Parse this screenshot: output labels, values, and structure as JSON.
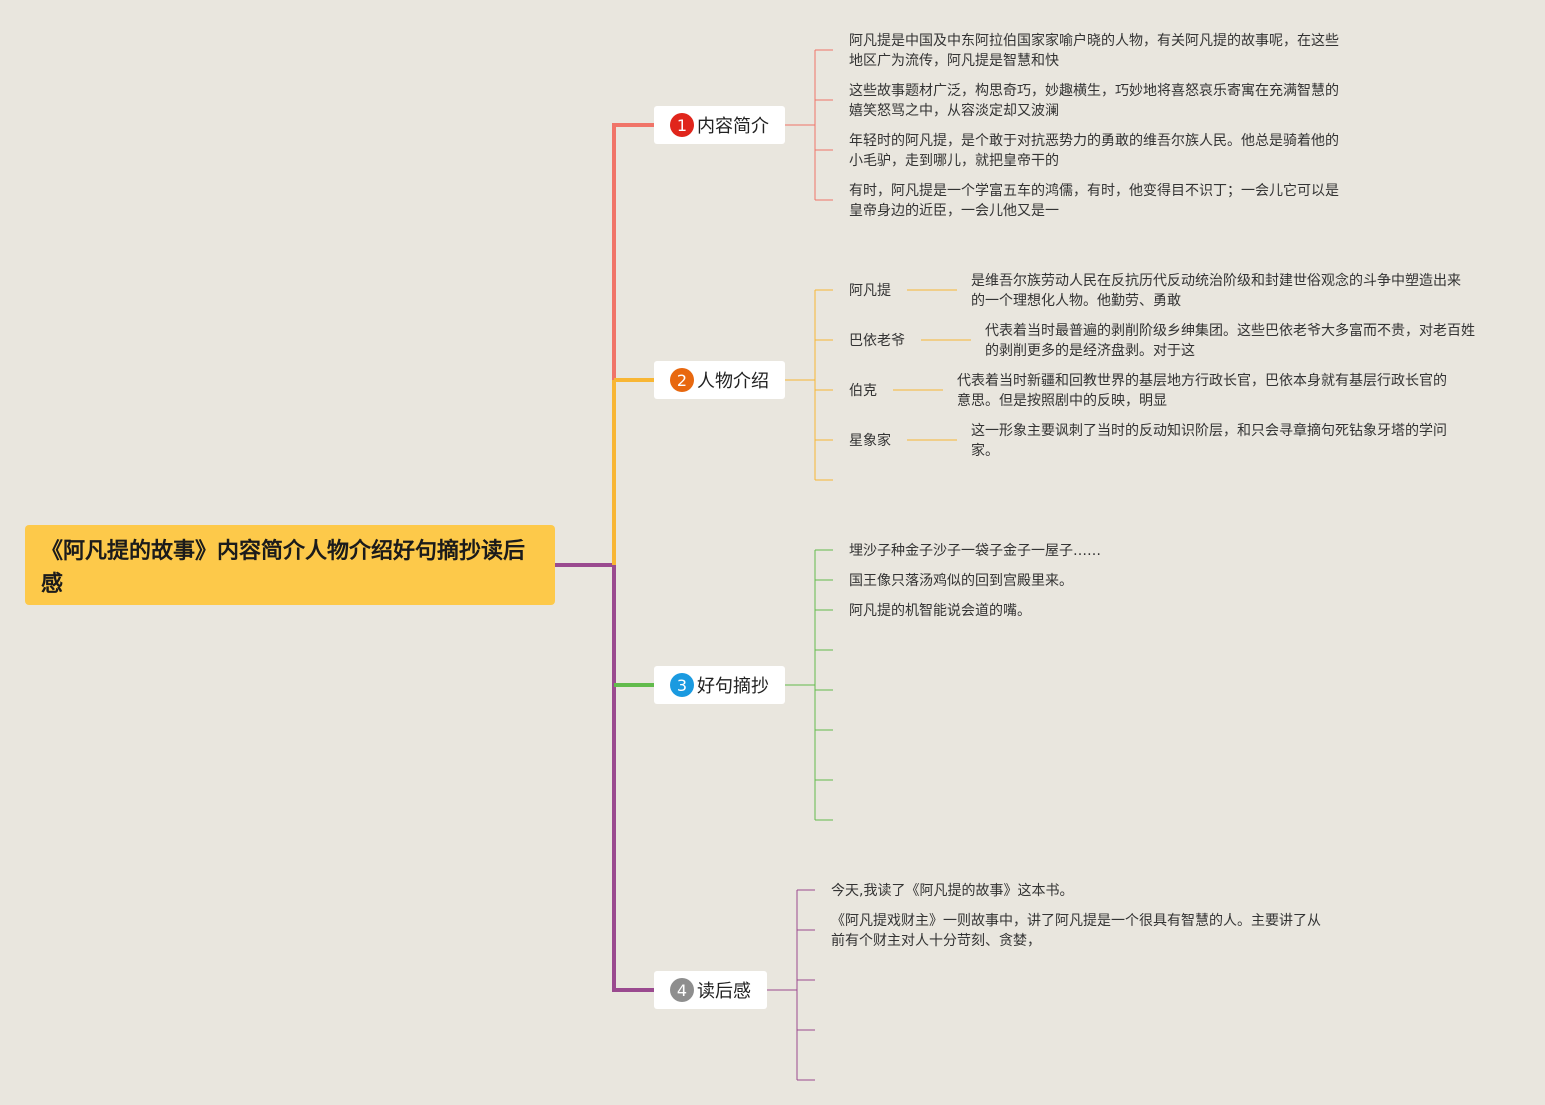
{
  "root": {
    "title": "《阿凡提的故事》内容简介人物介绍好句摘抄读后感"
  },
  "branches": [
    {
      "number": "1",
      "label": "内容简介",
      "color": "#f07468",
      "badge_color": "#e0251b",
      "items": [
        "阿凡提是中国及中东阿拉伯国家家喻户晓的人物，有关阿凡提的故事呢，在这些地区广为流传，阿凡提是智慧和快",
        "这些故事题材广泛，构思奇巧，妙趣横生，巧妙地将喜怒哀乐寄寓在充满智慧的嬉笑怒骂之中，从容淡定却又波澜",
        "年轻时的阿凡提，是个敢于对抗恶势力的勇敢的维吾尔族人民。他总是骑着他的小毛驴，走到哪儿，就把皇帝干的",
        "有时，阿凡提是一个学富五车的鸿儒，有时，他变得目不识丁；一会儿它可以是皇帝身边的近臣，一会儿他又是一"
      ]
    },
    {
      "number": "2",
      "label": "人物介绍",
      "color": "#f8b634",
      "badge_color": "#e8680f",
      "characters": [
        {
          "name": "阿凡提",
          "desc": "是维吾尔族劳动人民在反抗历代反动统治阶级和封建世俗观念的斗争中塑造出来的一个理想化人物。他勤劳、勇敢"
        },
        {
          "name": "巴依老爷",
          "desc": "代表着当时最普遍的剥削阶级乡绅集团。这些巴依老爷大多富而不贵，对老百姓的剥削更多的是经济盘剥。对于这"
        },
        {
          "name": "伯克",
          "desc": "代表着当时新疆和回教世界的基层地方行政长官，巴依本身就有基层行政长官的意思。但是按照剧中的反映，明显"
        },
        {
          "name": "星象家",
          "desc": "这一形象主要讽刺了当时的反动知识阶层，和只会寻章摘句死钻象牙塔的学问家。"
        }
      ]
    },
    {
      "number": "3",
      "label": "好句摘抄",
      "color": "#62bb4c",
      "badge_color": "#1a9ae0",
      "items": [
        "埋沙子种金子沙子一袋子金子一屋子……",
        "国王像只落汤鸡似的回到宫殿里来。",
        "阿凡提的机智能说会道的嘴。"
      ]
    },
    {
      "number": "4",
      "label": "读后感",
      "color": "#9a4a8f",
      "badge_color": "#8e8e8e",
      "items": [
        "今天,我读了《阿凡提的故事》这本书。",
        "《阿凡提戏财主》一则故事中，讲了阿凡提是一个很具有智慧的人。主要讲了从前有个财主对人十分苛刻、贪婪，"
      ]
    }
  ]
}
